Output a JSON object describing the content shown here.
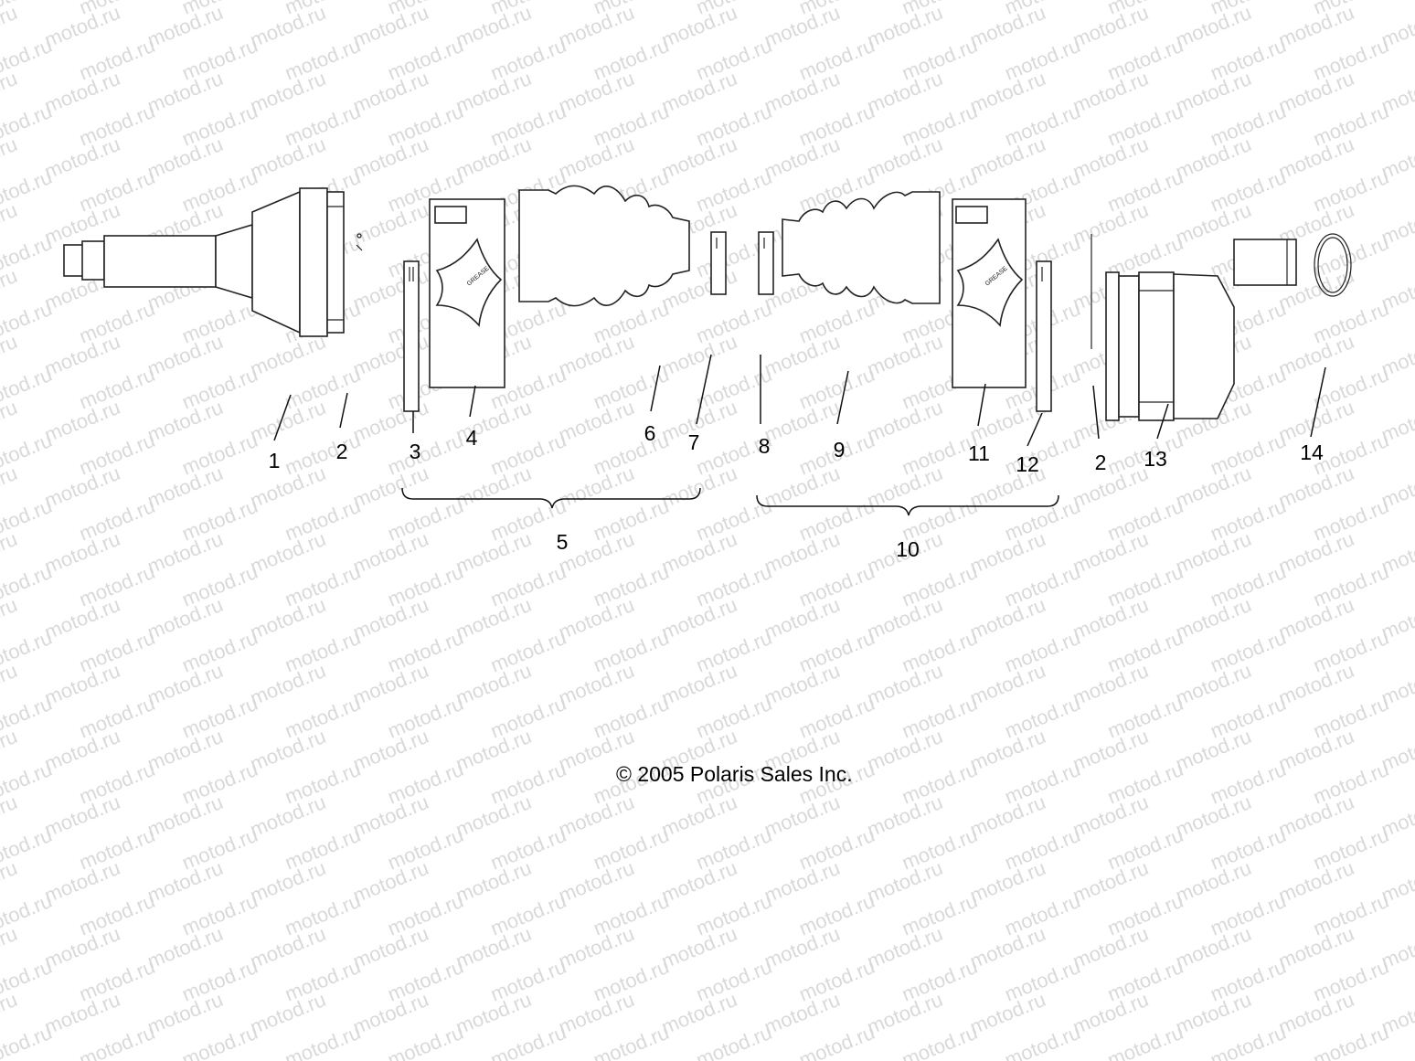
{
  "watermark": {
    "text": "motod.ru"
  },
  "copyright": "© 2005 Polaris Sales Inc.",
  "grease_label": "GREASE",
  "callouts": {
    "c1": "1",
    "c2a": "2",
    "c3": "3",
    "c4": "4",
    "c5": "5",
    "c6": "6",
    "c7": "7",
    "c8": "8",
    "c9": "9",
    "c10": "10",
    "c11": "11",
    "c12": "12",
    "c2b": "2",
    "c13": "13",
    "c14": "14"
  }
}
